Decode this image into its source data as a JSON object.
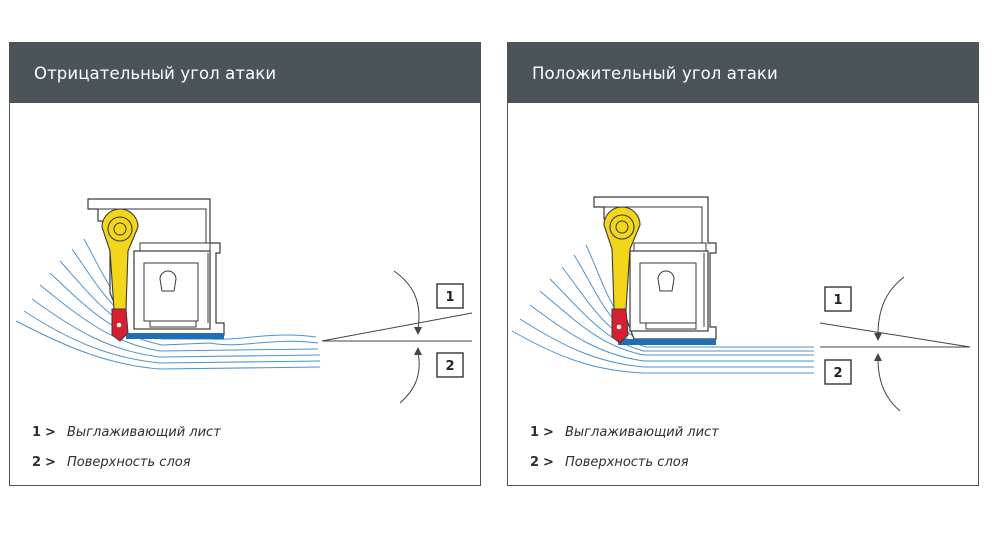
{
  "panels": [
    {
      "title": "Отрицательный угол атаки",
      "box1": "1",
      "box2": "2",
      "legend": [
        {
          "num": "1",
          "arrow": ">",
          "text": "Выглаживающий лист"
        },
        {
          "num": "2",
          "arrow": ">",
          "text": "Поверхность слоя"
        }
      ]
    },
    {
      "title": "Положительный угол атаки",
      "box1": "1",
      "box2": "2",
      "legend": [
        {
          "num": "1",
          "arrow": ">",
          "text": "Выглаживающий лист"
        },
        {
          "num": "2",
          "arrow": ">",
          "text": "Поверхность слоя"
        }
      ]
    }
  ],
  "colors": {
    "header": "#4a5459",
    "yellow": "#f3d51a",
    "red": "#d6202f",
    "blue": "#1f6fb5",
    "material": "#4d93cf"
  }
}
